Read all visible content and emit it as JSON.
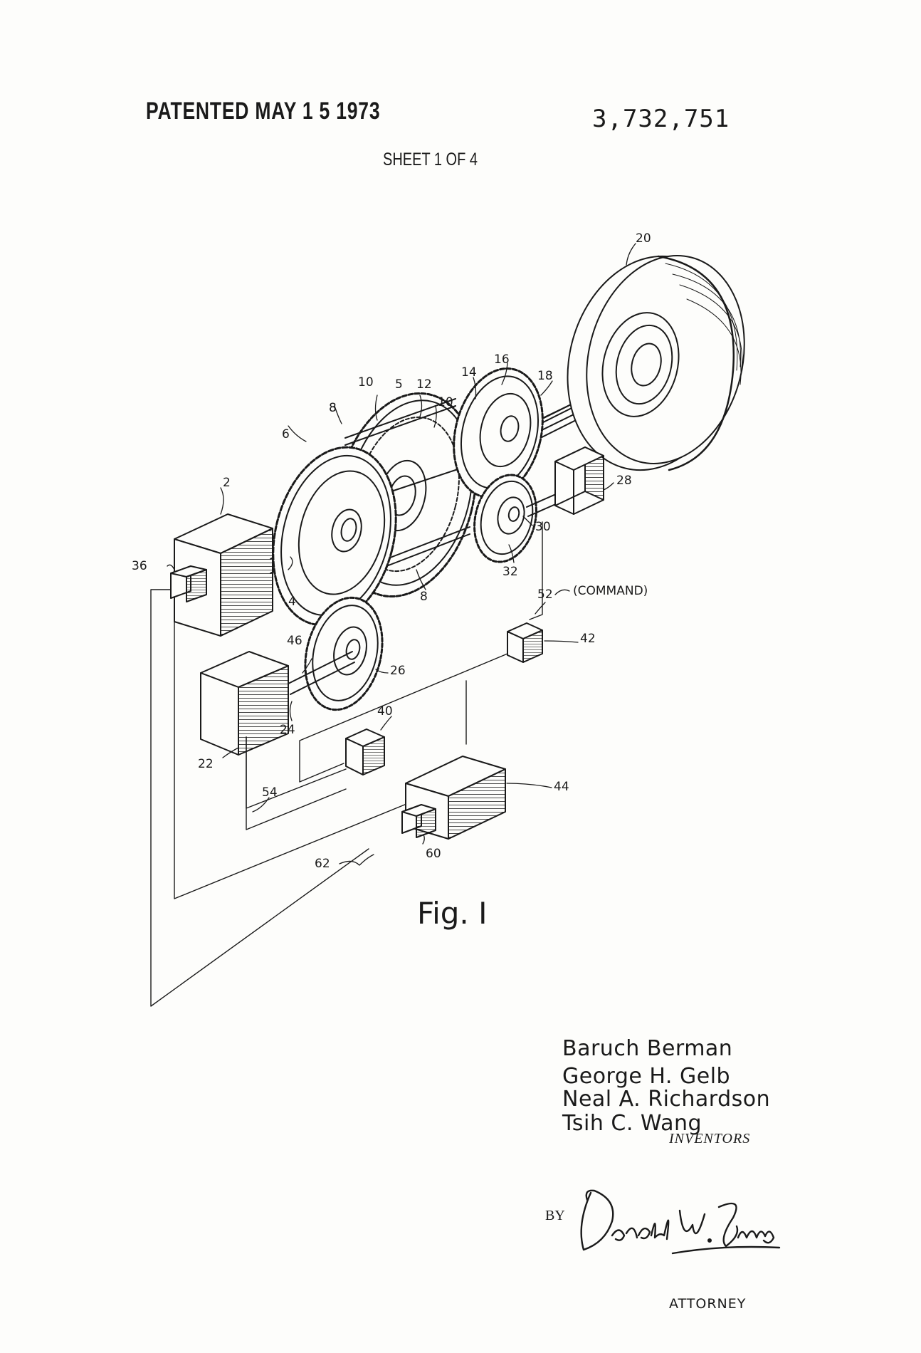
{
  "header": {
    "patented_stamp": "PATENTED MAY 1 5 1973",
    "patent_number": "3,732,751",
    "sheet": "SHEET 1 OF 4"
  },
  "reference_numerals": {
    "n2": "2",
    "n4": "4",
    "n5": "5",
    "n6": "6",
    "n8a": "8",
    "n8b": "8",
    "n10a": "10",
    "n10b": "10",
    "n12": "12",
    "n14": "14",
    "n16": "16",
    "n18": "18",
    "n20": "20",
    "n22": "22",
    "n24": "24",
    "n26": "26",
    "n28": "28",
    "n30": "30",
    "n32": "32",
    "n36": "36",
    "n40": "40",
    "n42": "42",
    "n44": "44",
    "n46": "46",
    "n52": "52",
    "n54": "54",
    "n60": "60",
    "n62": "62"
  },
  "command_label": "(COMMAND)",
  "figure_label": "Fig. I",
  "inventors": [
    "Baruch Berman",
    "George H. Gelb",
    "Neal A. Richardson",
    "Tsih C. Wang"
  ],
  "inventors_label": "INVENTORS",
  "by_label": "BY",
  "signature": "Donald W. Graves",
  "attorney_label": "ATTORNEY",
  "icons": {
    "gear": "gear-icon",
    "box": "actuator-box-icon",
    "wheel": "wheel-icon"
  }
}
